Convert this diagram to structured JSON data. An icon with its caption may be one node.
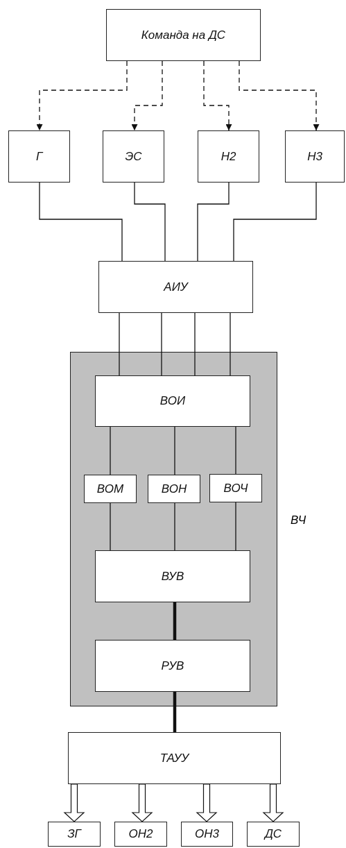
{
  "diagram": {
    "nodes": [
      {
        "text": [
          "Команда на ДС"
        ]
      },
      {
        "text": [
          "Г"
        ]
      },
      {
        "text": [
          "ЭС"
        ]
      },
      {
        "text": [
          "Н2"
        ]
      },
      {
        "text": [
          "Н3"
        ]
      },
      {
        "text": [
          "АИУ"
        ]
      },
      {
        "text": [
          "ВЧ"
        ]
      },
      {
        "text": [
          "ВОИ"
        ],
        "in": 6
      },
      {
        "text": [
          "ВОМ"
        ],
        "in": 6
      },
      {
        "text": [
          "ВОН"
        ],
        "in": 6
      },
      {
        "text": [
          "ВОЧ"
        ],
        "in": 6
      },
      {
        "text": [
          "ВУВ"
        ],
        "in": 6
      },
      {
        "text": [
          "РУВ"
        ],
        "in": 6
      },
      {
        "text": [
          "ТАУУ"
        ]
      },
      {
        "text": [
          "ЗГ"
        ]
      },
      {
        "text": [
          "ОН2"
        ]
      },
      {
        "text": [
          "ОН3"
        ]
      },
      {
        "text": [
          "ДС"
        ]
      }
    ],
    "edges": [
      {
        "from": 0,
        "to": 1,
        "arrow": "to",
        "style": "dashed"
      },
      {
        "from": 0,
        "to": 2,
        "arrow": "to",
        "style": "dashed"
      },
      {
        "from": 0,
        "to": 3,
        "arrow": "to",
        "style": "dashed"
      },
      {
        "from": 0,
        "to": 4,
        "arrow": "to",
        "style": "dashed"
      },
      {
        "from": 1,
        "to": 5,
        "arrow": "none"
      },
      {
        "from": 2,
        "to": 5,
        "arrow": "none"
      },
      {
        "from": 3,
        "to": 5,
        "arrow": "none"
      },
      {
        "from": 4,
        "to": 5,
        "arrow": "none"
      },
      {
        "from": 5,
        "to": 7,
        "arrow": "none"
      },
      {
        "from": 5,
        "to": 7,
        "arrow": "none"
      },
      {
        "from": 5,
        "to": 7,
        "arrow": "none"
      },
      {
        "from": 5,
        "to": 7,
        "arrow": "none"
      },
      {
        "from": 7,
        "to": 8,
        "arrow": "none"
      },
      {
        "from": 7,
        "to": 9,
        "arrow": "none"
      },
      {
        "from": 7,
        "to": 10,
        "arrow": "none"
      },
      {
        "from": 8,
        "to": 11,
        "arrow": "none"
      },
      {
        "from": 9,
        "to": 11,
        "arrow": "none"
      },
      {
        "from": 10,
        "to": 11,
        "arrow": "none"
      },
      {
        "from": 11,
        "to": 12,
        "arrow": "none",
        "style": "thick"
      },
      {
        "from": 12,
        "to": 13,
        "arrow": "none",
        "style": "thick"
      },
      {
        "from": 13,
        "to": 14,
        "arrow": "to",
        "style": "thick"
      },
      {
        "from": 13,
        "to": 15,
        "arrow": "to",
        "style": "thick"
      },
      {
        "from": 13,
        "to": 16,
        "arrow": "to",
        "style": "thick"
      },
      {
        "from": 13,
        "to": 17,
        "arrow": "to",
        "style": "thick"
      }
    ]
  }
}
